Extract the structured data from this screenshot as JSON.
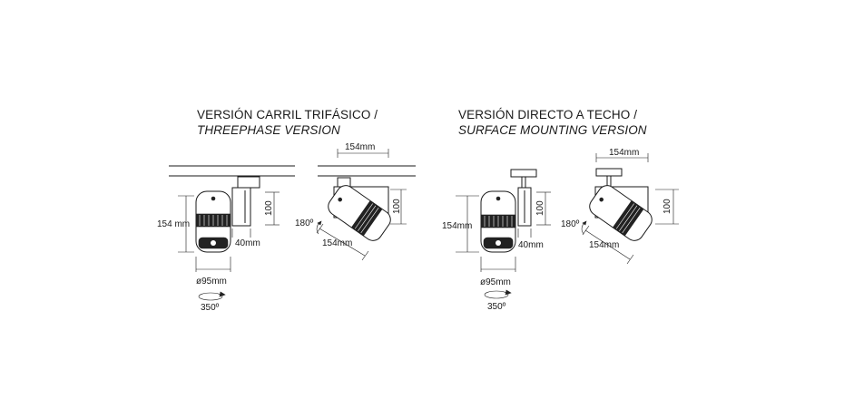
{
  "track_version": {
    "title": "VERSIÓN CARRIL TRIFÁSICO /",
    "subtitle": "THREEPHASE VERSION",
    "front": {
      "height_label": "154 mm",
      "depth_label": "40mm",
      "diameter_label": "ø95mm",
      "rotation_label": "350º",
      "side_height_label": "100"
    },
    "tilted": {
      "top_width_label": "154mm",
      "bottom_length_label": "154mm",
      "tilt_label": "180º",
      "side_height_label": "100"
    }
  },
  "surface_version": {
    "title": "VERSIÓN DIRECTO A TECHO /",
    "subtitle": "SURFACE MOUNTING VERSION",
    "front": {
      "height_label": "154mm",
      "depth_label": "40mm",
      "diameter_label": "ø95mm",
      "rotation_label": "350º",
      "side_height_label": "100"
    },
    "tilted": {
      "top_width_label": "154mm",
      "bottom_length_label": "154mm",
      "tilt_label": "180º",
      "side_height_label": "100"
    }
  }
}
